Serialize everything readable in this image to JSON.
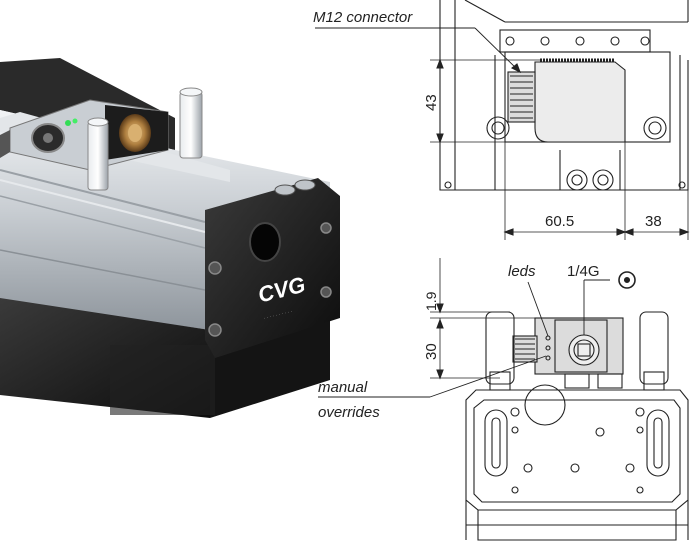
{
  "labels": {
    "m12": "M12 connector",
    "leds": "leds",
    "port": "1/4G",
    "manual": "manual",
    "overrides": "overrides"
  },
  "dimensions": {
    "d43": "43",
    "d60_5": "60.5",
    "d38": "38",
    "d1_9": "1.9",
    "d30": "30"
  },
  "brand": {
    "logo": "CVG"
  },
  "colors": {
    "line": "#222222",
    "led": "#33dd55",
    "body_dark": "#1a1a1a",
    "body_silver": "#c8cdd2"
  }
}
